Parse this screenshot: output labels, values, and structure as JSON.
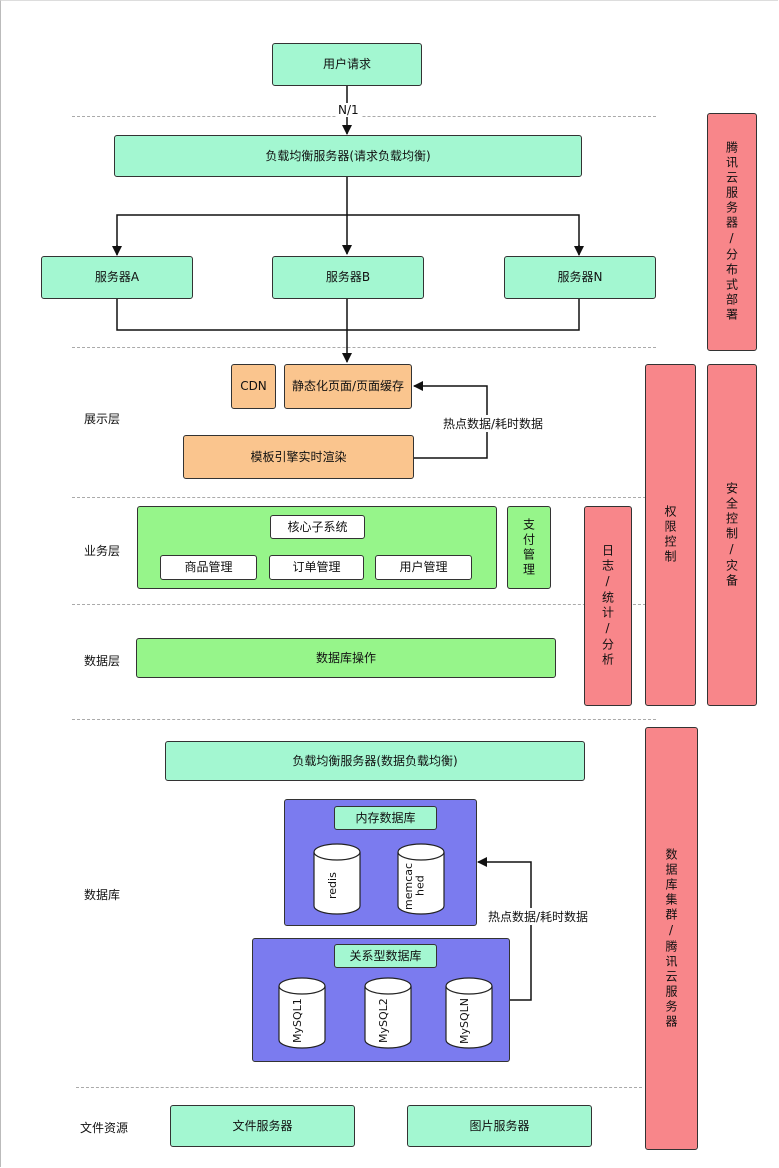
{
  "top": {
    "user_request": "用户请求",
    "ratio": "N/1",
    "load_balancer_request": "负载均衡服务器(请求负载均衡)",
    "servers": [
      "服务器A",
      "服务器B",
      "服务器N"
    ]
  },
  "layers": {
    "presentation": "展示层",
    "business": "业务层",
    "data": "数据层",
    "database": "数据库",
    "files": "文件资源"
  },
  "presentation": {
    "cdn": "CDN",
    "static_cache": "静态化页面/页面缓存",
    "template": "模板引擎实时渲染",
    "hot_data": "热点数据/耗时数据"
  },
  "business": {
    "core": "核心子系统",
    "modules": [
      "商品管理",
      "订单管理",
      "用户管理"
    ],
    "payment": "支付管理"
  },
  "data": {
    "db_ops": "数据库操作"
  },
  "side": {
    "tencent_distributed": "腾讯云服务器/分布式部署",
    "permission": "权限控制",
    "security": "安全控制/灾备",
    "log": "日志/统计/分析",
    "db_cluster": "数据库集群/腾讯云服务器"
  },
  "database": {
    "load_balancer_data": "负载均衡服务器(数据负载均衡)",
    "memory_db": "内存数据库",
    "memory_items": [
      "redis",
      "memcached"
    ],
    "relational_db": "关系型数据库",
    "relational_items": [
      "MySQL1",
      "MySQL2",
      "MySQLN"
    ],
    "hot_data": "热点数据/耗时数据"
  },
  "files": {
    "file_server": "文件服务器",
    "image_server": "图片服务器"
  },
  "colors": {
    "mint": "#a3f7d1",
    "green": "#96f58a",
    "orange": "#fac58e",
    "pink": "#f8868a",
    "purple": "#7b7bef"
  }
}
